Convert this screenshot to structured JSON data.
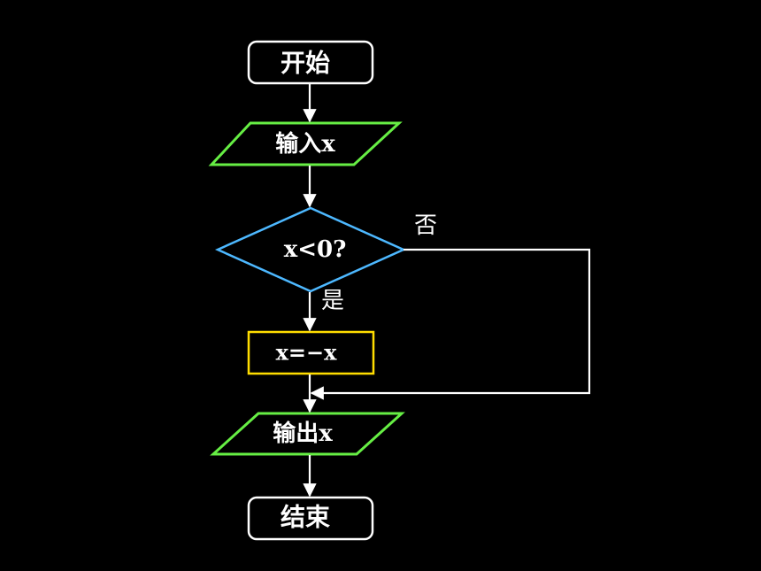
{
  "diagram": {
    "nodes": {
      "start": {
        "label": "开始",
        "shape": "terminal",
        "border_color": "#ffffff"
      },
      "input": {
        "label": "输入x",
        "shape": "parallelogram",
        "border_color": "#66ee44"
      },
      "decision": {
        "label": "x<0?",
        "shape": "diamond",
        "border_color": "#4db8ff"
      },
      "assign": {
        "label": "x=−x",
        "shape": "rectangle",
        "border_color": "#ffdd00"
      },
      "output": {
        "label": "输出x",
        "shape": "parallelogram",
        "border_color": "#66ee44"
      },
      "end": {
        "label": "结束",
        "shape": "terminal",
        "border_color": "#ffffff"
      }
    },
    "edge_labels": {
      "no": "否",
      "yes": "是"
    },
    "background": "#000000",
    "edge_color": "#ffffff"
  }
}
